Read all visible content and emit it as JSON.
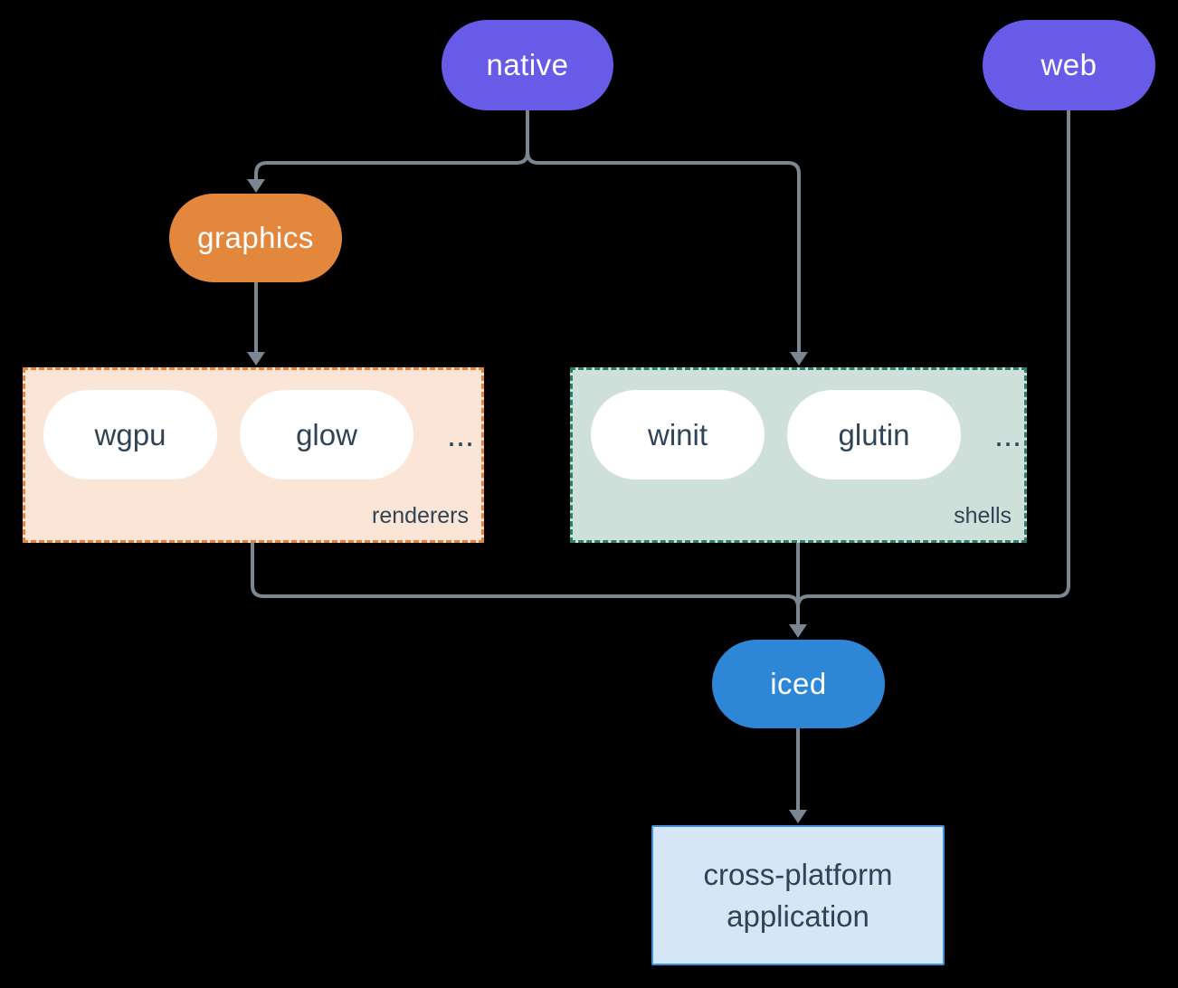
{
  "diagram": {
    "type": "flowchart",
    "background_color": "#000000",
    "edge_color": "#7a8792",
    "nodes": {
      "native": {
        "label": "native",
        "fill": "#685be8",
        "text_color": "#ffffff"
      },
      "web": {
        "label": "web",
        "fill": "#685be8",
        "text_color": "#ffffff"
      },
      "graphics": {
        "label": "graphics",
        "fill": "#e2873c",
        "text_color": "#ffffff"
      },
      "iced": {
        "label": "iced",
        "fill": "#2e86d6",
        "text_color": "#ffffff"
      },
      "application": {
        "line1": "cross-platform",
        "line2": "application",
        "fill": "#d5e6f6",
        "border_color": "#3e8eda",
        "text_color": "#2f4456"
      }
    },
    "groups": {
      "renderers": {
        "label": "renderers",
        "fill": "#fae5d6",
        "border_color": "#e8823a",
        "items": [
          "wgpu",
          "glow"
        ],
        "ellipsis": "..."
      },
      "shells": {
        "label": "shells",
        "fill": "#cfe0db",
        "border_color": "#2a7f6f",
        "items": [
          "winit",
          "glutin"
        ],
        "ellipsis": "..."
      }
    },
    "edges": [
      {
        "from": "native",
        "to": "graphics"
      },
      {
        "from": "native",
        "to": "shells"
      },
      {
        "from": "graphics",
        "to": "renderers"
      },
      {
        "from": "renderers",
        "to": "iced"
      },
      {
        "from": "shells",
        "to": "iced"
      },
      {
        "from": "web",
        "to": "iced"
      },
      {
        "from": "iced",
        "to": "application"
      }
    ]
  }
}
